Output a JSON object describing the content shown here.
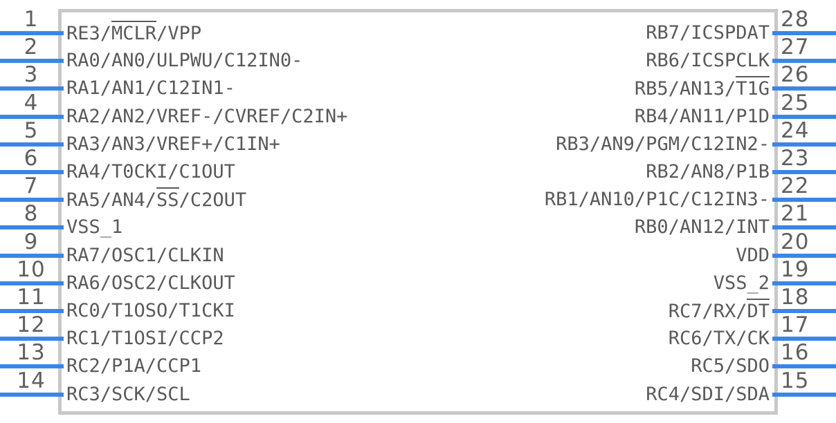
{
  "diagram": {
    "type": "ic-pinout",
    "package": "28-pin DIP/SOIC",
    "pin_count": 28,
    "colors": {
      "pin_wire": "#3a86e8",
      "body_border": "#c8c8c8",
      "label_text": "#5a5a5a",
      "pin_number_text": "#606060",
      "background": "#ffffff"
    }
  },
  "left_pins": [
    {
      "number": "1",
      "label": "RE3/MCLR/VPP",
      "overline": "MCLR"
    },
    {
      "number": "2",
      "label": "RA0/AN0/ULPWU/C12IN0-",
      "overline": ""
    },
    {
      "number": "3",
      "label": "RA1/AN1/C12IN1-",
      "overline": ""
    },
    {
      "number": "4",
      "label": "RA2/AN2/VREF-/CVREF/C2IN+",
      "overline": ""
    },
    {
      "number": "5",
      "label": "RA3/AN3/VREF+/C1IN+",
      "overline": ""
    },
    {
      "number": "6",
      "label": "RA4/T0CKI/C1OUT",
      "overline": ""
    },
    {
      "number": "7",
      "label": "RA5/AN4/SS/C2OUT",
      "overline": "SS"
    },
    {
      "number": "8",
      "label": "VSS_1",
      "overline": ""
    },
    {
      "number": "9",
      "label": "RA7/OSC1/CLKIN",
      "overline": ""
    },
    {
      "number": "10",
      "label": "RA6/OSC2/CLKOUT",
      "overline": ""
    },
    {
      "number": "11",
      "label": "RC0/T1OSO/T1CKI",
      "overline": ""
    },
    {
      "number": "12",
      "label": "RC1/T1OSI/CCP2",
      "overline": ""
    },
    {
      "number": "13",
      "label": "RC2/P1A/CCP1",
      "overline": ""
    },
    {
      "number": "14",
      "label": "RC3/SCK/SCL",
      "overline": ""
    }
  ],
  "right_pins": [
    {
      "number": "28",
      "label": "RB7/ICSPDAT",
      "overline": ""
    },
    {
      "number": "27",
      "label": "RB6/ICSPCLK",
      "overline": ""
    },
    {
      "number": "26",
      "label": "RB5/AN13/T1G",
      "overline": "T1G"
    },
    {
      "number": "25",
      "label": "RB4/AN11/P1D",
      "overline": ""
    },
    {
      "number": "24",
      "label": "RB3/AN9/PGM/C12IN2-",
      "overline": ""
    },
    {
      "number": "23",
      "label": "RB2/AN8/P1B",
      "overline": ""
    },
    {
      "number": "22",
      "label": "RB1/AN10/P1C/C12IN3-",
      "overline": ""
    },
    {
      "number": "21",
      "label": "RB0/AN12/INT",
      "overline": ""
    },
    {
      "number": "20",
      "label": "VDD",
      "overline": ""
    },
    {
      "number": "19",
      "label": "VSS_2",
      "overline": ""
    },
    {
      "number": "18",
      "label": "RC7/RX/DT",
      "overline": "DT"
    },
    {
      "number": "17",
      "label": "RC6/TX/CK",
      "overline": ""
    },
    {
      "number": "16",
      "label": "RC5/SDO",
      "overline": ""
    },
    {
      "number": "15",
      "label": "RC4/SDI/SDA",
      "overline": ""
    }
  ]
}
